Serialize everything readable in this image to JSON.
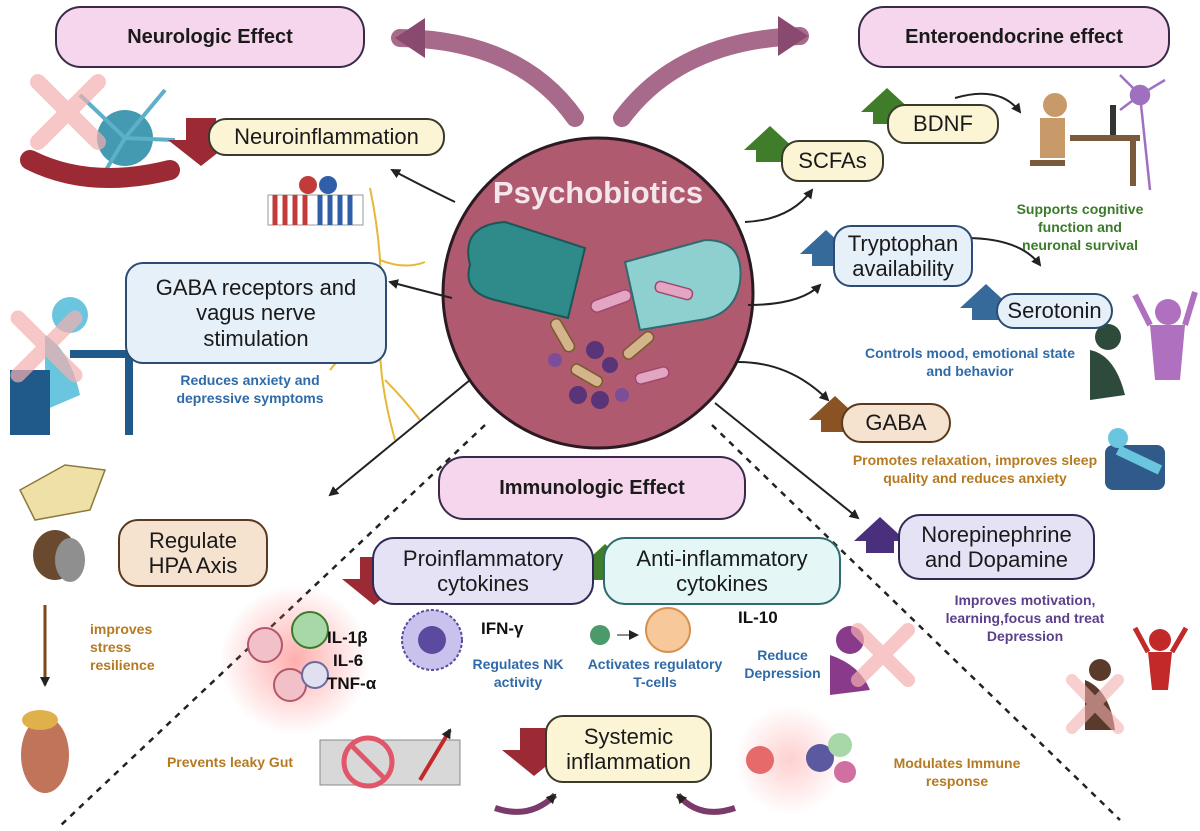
{
  "center": {
    "title": "Psychobiotics"
  },
  "neurologic": {
    "header": "Neurologic Effect",
    "neuroinflammation": "Neuroinflammation",
    "gaba_receptors": "GABA receptors and vagus nerve stimulation",
    "gaba_caption": "Reduces anxiety and depressive symptoms",
    "hpa": "Regulate HPA Axis",
    "stress_caption": "improves stress resilience"
  },
  "enteroendocrine": {
    "header": "Enteroendocrine  effect",
    "scfas": "SCFAs",
    "bdnf": "BDNF",
    "cognitive_caption": "Supports cognitive function and neuronal survival",
    "tryptophan": "Tryptophan availability",
    "serotonin": "Serotonin",
    "mood_caption": "Controls mood, emotional state and behavior",
    "gaba": "GABA",
    "gaba_caption": "Promotes relaxation, improves sleep quality and reduces anxiety",
    "norepinephrine": "Norepinephrine and Dopamine",
    "motivation_caption": "Improves motivation, learning,focus and treat Depression"
  },
  "immunologic": {
    "header": "Immunologic Effect",
    "proinflammatory": "Proinflammatory cytokines",
    "antiinflammatory": "Anti-inflammatory cytokines",
    "il1b": "IL-1β",
    "il6": "IL-6",
    "tnfa": "TNF-α",
    "ifng": "IFN-γ",
    "nk_caption": "Regulates NK activity",
    "treg_caption": "Activates regulatory T-cells",
    "il10": "IL-10",
    "depression_caption": "Reduce Depression",
    "systemic": "Systemic inflammation",
    "leaky_caption": "Prevents leaky Gut",
    "immune_caption": "Modulates Immune response"
  },
  "colors": {
    "circle": "#b05a70",
    "header_fill": "#f6d6ec",
    "arrow_up_green": "#3f7d2a",
    "arrow_down_red": "#9b2a35",
    "arrow_up_blue": "#356a9a",
    "arrow_up_brown": "#8a5324",
    "arrow_up_purple": "#4a2f7c"
  }
}
